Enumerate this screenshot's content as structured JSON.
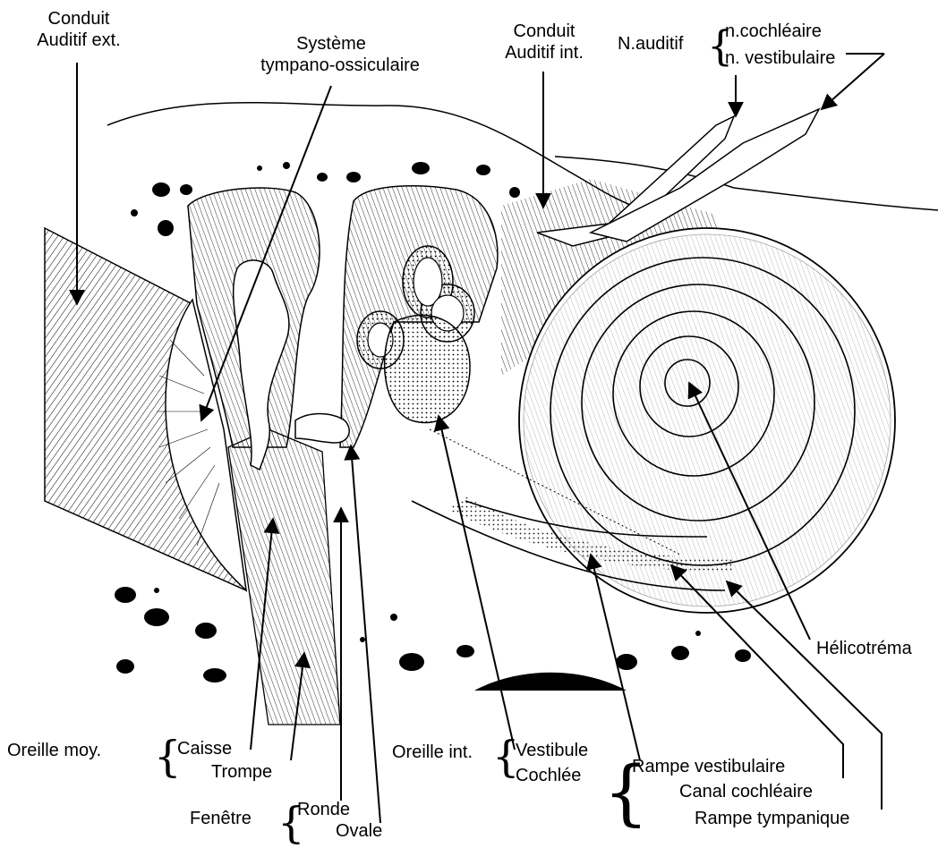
{
  "labels": {
    "conduit_ext_1": "Conduit",
    "conduit_ext_2": "Auditif ext.",
    "systeme_1": "Système",
    "systeme_2": "tympano-ossiculaire",
    "conduit_int_1": "Conduit",
    "conduit_int_2": "Auditif int.",
    "n_auditif": "N.auditif",
    "n_cochleaire": "n.cochléaire",
    "n_vestibulaire": "n. vestibulaire",
    "helicotrema": "Hélicotréma",
    "oreille_moy": "Oreille moy.",
    "caisse": "Caisse",
    "trompe": "Trompe",
    "fenetre": "Fenêtre",
    "ronde": "Ronde",
    "ovale": "Ovale",
    "oreille_int": "Oreille int.",
    "vestibule": "Vestibule",
    "cochlee": "Cochlée",
    "rampe_vestibulaire": "Rampe vestibulaire",
    "canal_cochleaire": "Canal cochléaire",
    "rampe_tympanique": "Rampe tympanique"
  },
  "colors": {
    "ink": "#000000",
    "paper": "#ffffff",
    "shade": "#cfcfcf"
  }
}
